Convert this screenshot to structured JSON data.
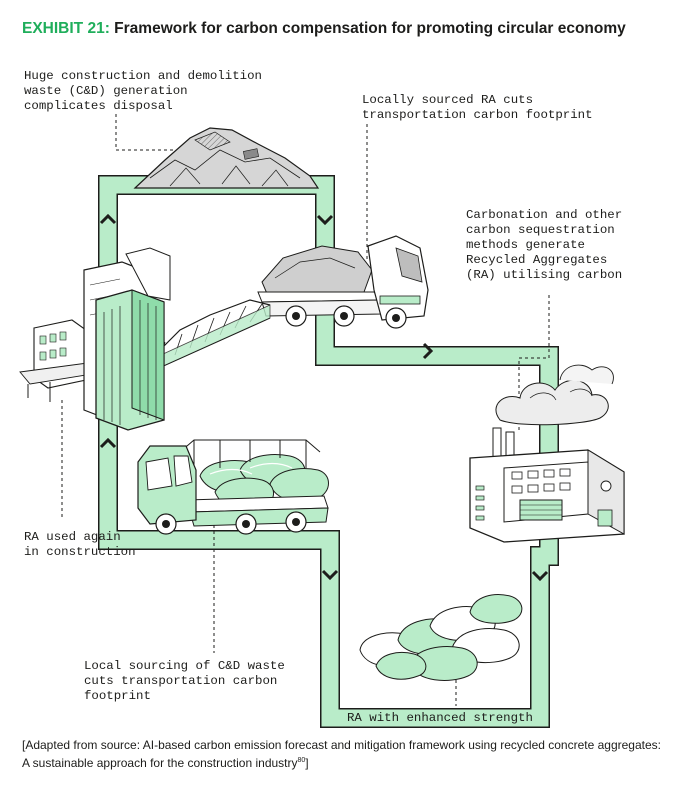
{
  "header": {
    "exhibit_label": "EXHIBIT 21:",
    "title": "Framework for carbon compensation for promoting circular economy"
  },
  "annotations": {
    "waste_generation": "Huge construction and demolition\nwaste (C&D) generation\ncomplicates disposal",
    "locally_sourced": "Locally sourced RA cuts\ntransportation carbon footprint",
    "carbonation": "Carbonation and other\ncarbon sequestration\nmethods generate\nRecycled Aggregates\n(RA) utilising carbon",
    "ra_used_again": "RA used again\nin construction",
    "local_sourcing_cd": "Local sourcing of C&D waste\ncuts transportation carbon\nfootprint",
    "ra_strength": "RA with enhanced strength"
  },
  "footer": {
    "source_text": "[Adapted from source: AI-based carbon emission forecast and mitigation framework using recycled concrete aggregates: A sustainable approach for the construction industry",
    "source_ref": "80",
    "source_close": "]"
  },
  "colors": {
    "accent": "#1fae5b",
    "flow_fill": "#b9ecc9",
    "ink": "#1d1d1b"
  }
}
